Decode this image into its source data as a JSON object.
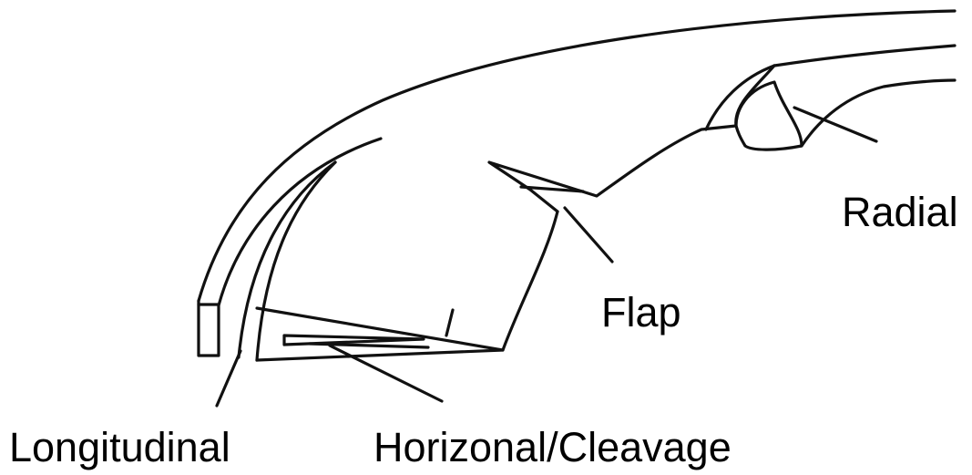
{
  "labels": {
    "radial": "Radial",
    "flap": "Flap",
    "longitudinal": "Longitudinal",
    "horizontal": "Horizonal/Cleavage"
  },
  "colors": {
    "line": "#111111",
    "background": "#ffffff"
  }
}
